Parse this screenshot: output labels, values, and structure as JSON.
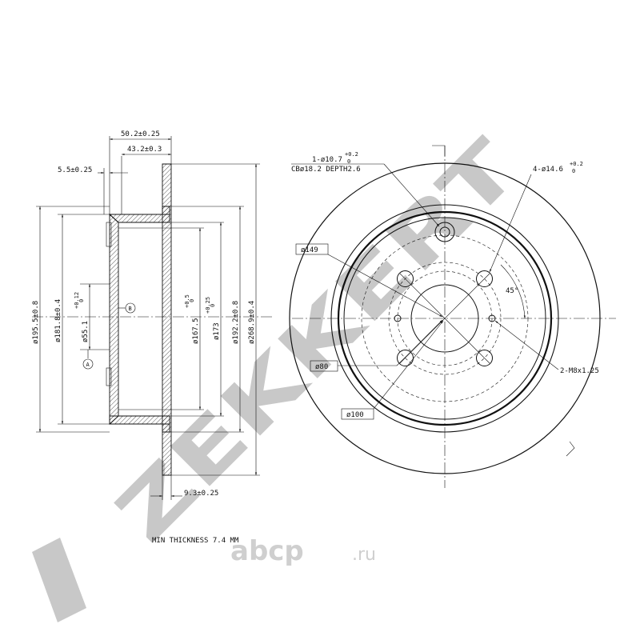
{
  "side_view": {
    "dim_overall_height": "50.2±0.25",
    "dim_hat_depth": "43.2±0.3",
    "dim_offset": "5.5±0.25",
    "dim_outer_d": "ø268.9±0.4",
    "dim_friction_d": "ø192.2±0.8",
    "dim_hat_outer_d": "ø195.5±0.8",
    "dim_hat_inner_d": "ø181.8±0.4",
    "dim_hub_inner_d": "ø167.5",
    "dim_hub_inner_tol": "+0.5",
    "dim_hub_inner_tol2": "0",
    "dim_d173": "ø173",
    "dim_d173_tol": "+0.25",
    "dim_d173_tol2": "0",
    "dim_center_bore": "ø55.1",
    "dim_center_bore_tol": "+0.12",
    "dim_center_bore_tol2": "0",
    "datum_a": "A",
    "datum_b": "B",
    "dim_thickness": "9.3±0.25",
    "min_thickness": "MIN THICKNESS 7.4 MM"
  },
  "front_view": {
    "hole_callout_line1": "1-ø10.7",
    "hole_callout_tol": "+0.2",
    "hole_callout_tol2": "0",
    "hole_callout_line2": "CBø18.2 DEPTH2.6",
    "bolt_holes": "4-ø14.6",
    "bolt_holes_tol": "+0.2",
    "bolt_holes_tol2": "0",
    "pcd_149": "ø149",
    "pcd_80": "ø80",
    "pcd_100": "ø100",
    "threads": "2-M8x1.25",
    "angle": "45°"
  },
  "watermark": {
    "brand": "ZEKKERT",
    "site_logo": "abcp",
    "site_tld": ".ru"
  },
  "colors": {
    "line": "#111111",
    "watermark": "#c8c8c8"
  }
}
